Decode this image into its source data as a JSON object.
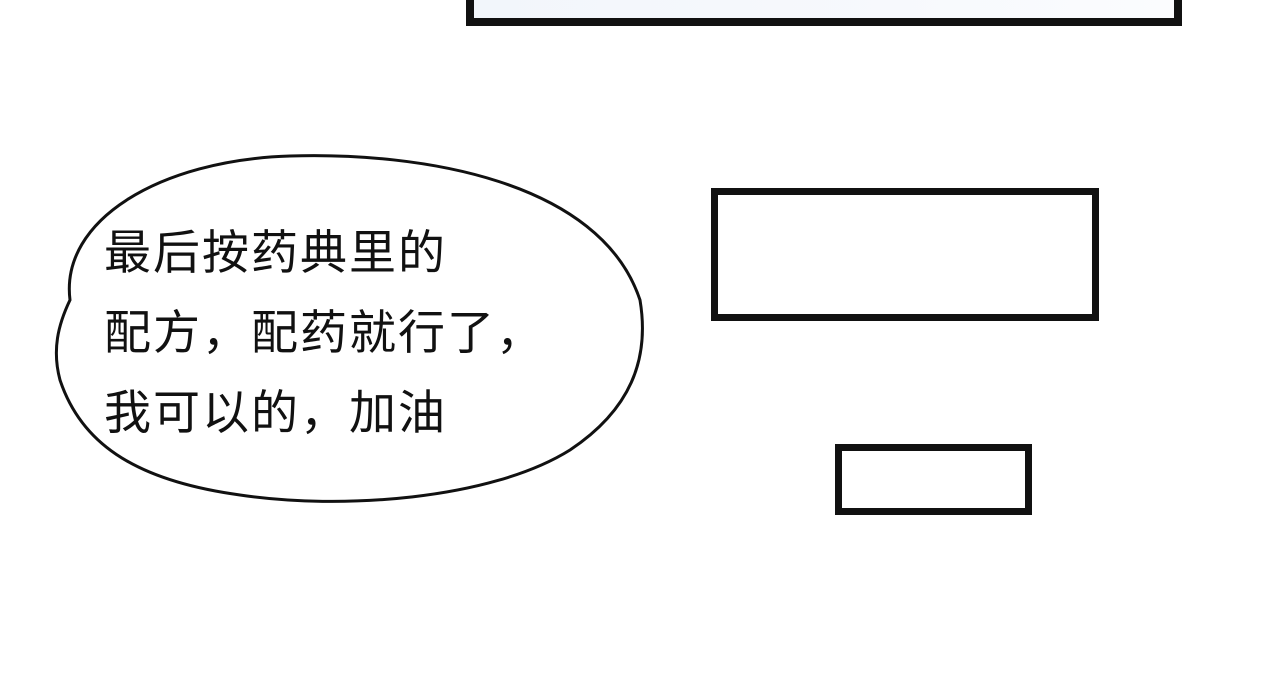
{
  "speech_bubble": {
    "lines": [
      "最后按药典里的",
      "配方，配药就行了，",
      "我可以的，加油"
    ]
  },
  "panels": {
    "top_panel": "",
    "large_box": "",
    "small_box": ""
  },
  "colors": {
    "ink": "#111111",
    "background": "#ffffff",
    "top_panel_fill": "#f4f7fc"
  }
}
